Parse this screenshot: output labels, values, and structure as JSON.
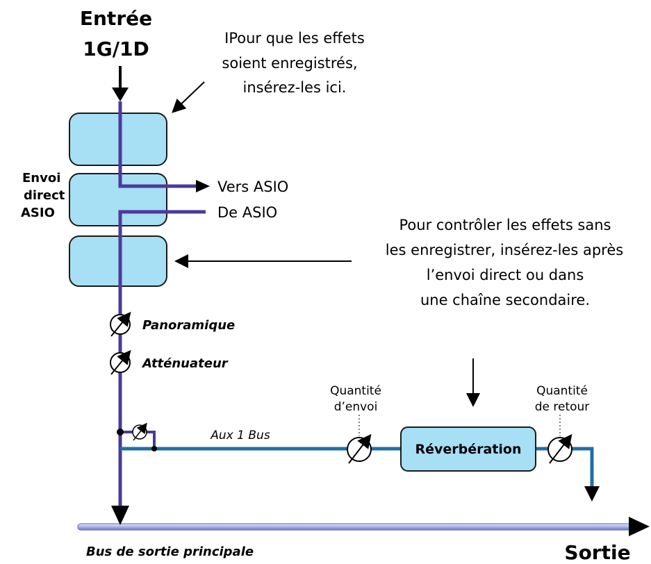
{
  "input": {
    "line1": "Entrée",
    "line2": "1G/1D"
  },
  "note_record": {
    "line1": "IPour que les effets",
    "line2": "soient enregistrés,",
    "line3": "insérez-les ici."
  },
  "direct_send": {
    "line1": "Envoi",
    "line2": "direct",
    "line3": "ASIO"
  },
  "to_asio": "Vers ASIO",
  "from_asio": "De ASIO",
  "note_monitor": {
    "line1": "Pour contrôler les effets sans",
    "line2": "les enregistrer, insérez-les après",
    "line3": "l’envoi direct ou dans",
    "line4": "une chaîne secondaire."
  },
  "pan": "Panoramique",
  "fader": "Atténuateur",
  "send_amount": {
    "line1": "Quantité",
    "line2": "d’envoi"
  },
  "return_amount": {
    "line1": "Quantité",
    "line2": "de retour"
  },
  "aux_bus": "Aux 1 Bus",
  "reverb": "Réverbération",
  "main_bus": "Bus de sortie principale",
  "output": "Sortie",
  "colors": {
    "signal_purple": "#4b3a9a",
    "signal_blue": "#1f6fa8",
    "box_fill": "#a7dff5",
    "box_stroke": "#1a1a1a",
    "bus_fill": "#c8cff0"
  }
}
